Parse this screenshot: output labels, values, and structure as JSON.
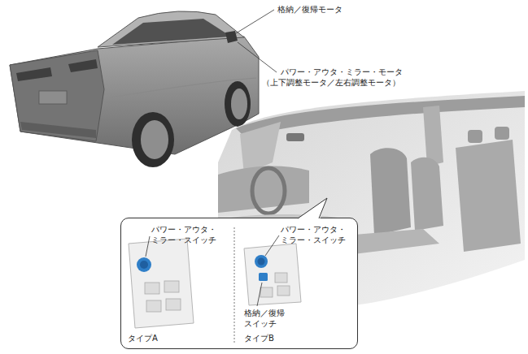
{
  "diagram": {
    "nodes": [
      {
        "text": [
          "パワー・アウタ・ ミラー・スイッチ",
          "パワー・アウタ・ ミラー・スイッチ",
          "格納／復帰 スイッチ",
          "タイプA",
          "タイプB"
        ]
      }
    ],
    "labels": [
      "格納／復帰モータ",
      "パワー・アウタ・ミラー・モータ （上下調整モータ／左右調整モータ）"
    ]
  }
}
